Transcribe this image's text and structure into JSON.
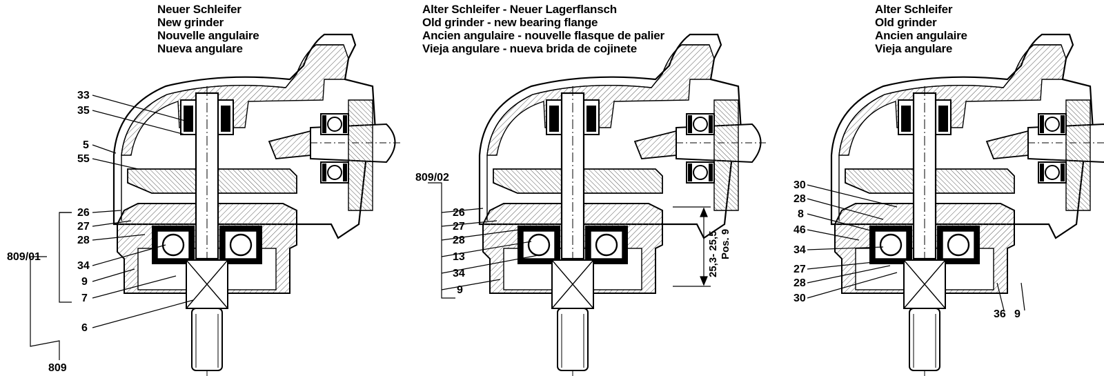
{
  "panels": [
    {
      "title_lines": [
        "Neuer Schleifer",
        "New grinder",
        "Nouvelle angulaire",
        "Nueva angulare"
      ],
      "labels": [
        "33",
        "35",
        "5",
        "55",
        "26",
        "27",
        "28",
        "809/01",
        "34",
        "9",
        "7",
        "6",
        "809"
      ]
    },
    {
      "title_lines": [
        "Alter Schleifer - Neuer Lagerflansch",
        "Old grinder - new bearing flange",
        "Ancien angulaire - nouvelle flasque de palier",
        "Vieja angulare - nueva brida de cojinete"
      ],
      "labels": [
        "809/02",
        "26",
        "27",
        "28",
        "13",
        "34",
        "9"
      ],
      "dimension": "25,3- 25,5",
      "dimension_note": "Pos. 9"
    },
    {
      "title_lines": [
        "Alter Schleifer",
        "Old grinder",
        "Ancien angulaire",
        "Vieja angulare"
      ],
      "labels": [
        "30",
        "28",
        "8",
        "46",
        "34",
        "27",
        "28",
        "30",
        "36",
        "9"
      ]
    }
  ],
  "colors": {
    "ink": "#000000",
    "hatch": "#555555",
    "paper": "#ffffff"
  }
}
